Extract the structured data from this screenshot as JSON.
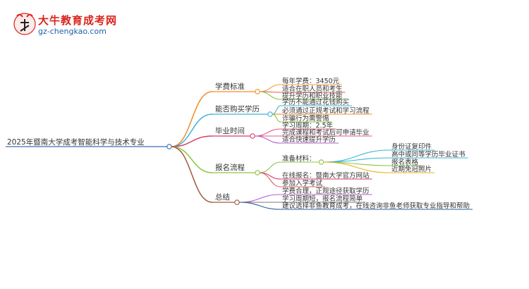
{
  "logo": {
    "title": "大牛教育成考网",
    "url": "gz-chengkao.com",
    "badge_text": "大牛",
    "colors": {
      "title": "#d9251c",
      "url": "#1f5fa8"
    }
  },
  "mindmap": {
    "root": "2025年暨南大学成考智能科学与技术专业",
    "branches": [
      {
        "label": "学费标准",
        "color": "#f28c28",
        "children": [
          {
            "label": "每年学费：3450元",
            "color": "#f2a33a"
          },
          {
            "label": "适合在职人员和考生",
            "color": "#e45b5b"
          },
          {
            "label": "提升学历和职业技能",
            "color": "#8cc63f"
          }
        ]
      },
      {
        "label": "能否购买学历",
        "color": "#3cb4d9",
        "children": [
          {
            "label": "学历不能通过花钱购买",
            "color": "#3cb4d9"
          },
          {
            "label": "必须通过正规考试和学习流程",
            "color": "#f28c28"
          },
          {
            "label": "诈骗行为需警惕",
            "color": "#8cc63f"
          }
        ]
      },
      {
        "label": "毕业时间",
        "color": "#d93a6a",
        "children": [
          {
            "label": "学习周期：2.5年",
            "color": "#e45b8c"
          },
          {
            "label": "完成课程和考试后可申请毕业",
            "color": "#e05a8c"
          },
          {
            "label": "适合快速提升学历",
            "color": "#b45fd0"
          }
        ]
      },
      {
        "label": "报名流程",
        "color": "#8cc63f",
        "children": [
          {
            "label": "准备材料：",
            "color": "#8cc63f",
            "children": [
              {
                "label": "身份证复印件",
                "color": "#3cb4d9"
              },
              {
                "label": "高中或同等学历毕业证书",
                "color": "#3cb4d9"
              },
              {
                "label": "报名表格",
                "color": "#8cc63f"
              },
              {
                "label": "近期免冠照片",
                "color": "#e9b31a"
              }
            ]
          },
          {
            "label": "在线报名：暨南大学官方网站",
            "color": "#d93a6a"
          },
          {
            "label": "参加入学考试",
            "color": "#e45b5b"
          }
        ]
      },
      {
        "label": "总结",
        "color": "#a05a3c",
        "children": [
          {
            "label": "学费合理，正规途径获取学历",
            "color": "#b45fd0"
          },
          {
            "label": "学习周期短，报名流程简单",
            "color": "#7a7a7a"
          },
          {
            "label": "建议选择非鱼教育成考，在线咨询非鱼老师获取专业指导和帮助",
            "color": "#2f5f8f"
          }
        ]
      }
    ]
  }
}
